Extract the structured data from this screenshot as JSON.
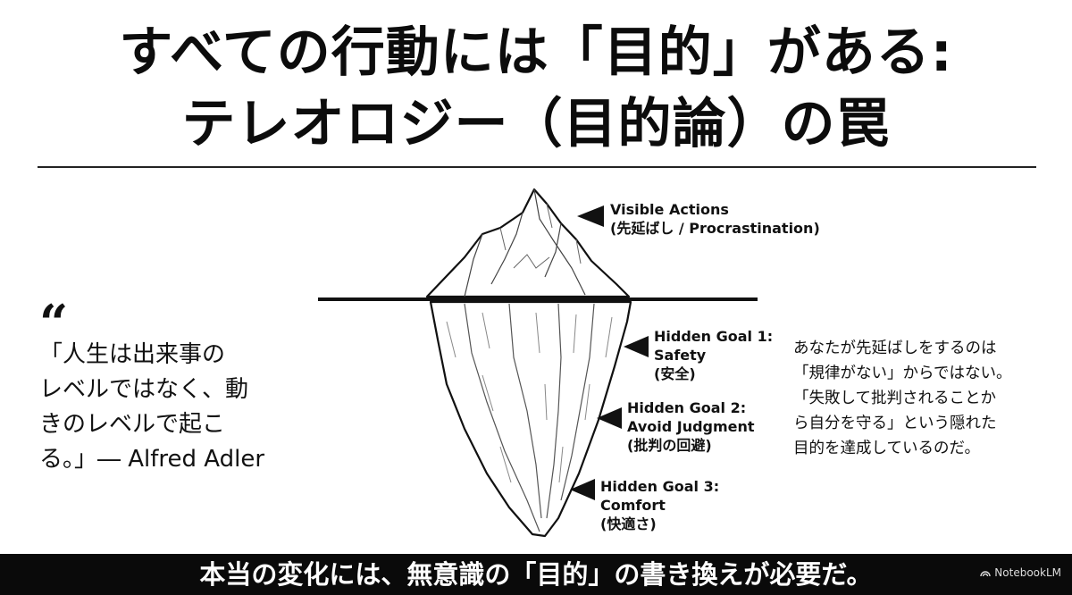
{
  "title": {
    "line1": "すべての行動には「目的」がある:",
    "line2": "テレオロジー（目的論）の罠"
  },
  "quote": {
    "mark": "“",
    "lines": [
      "「人生は出来事の",
      "レベルではなく、動",
      "きのレベルで起こ",
      "る。」― Alfred Adler"
    ]
  },
  "iceberg": {
    "visible": {
      "lines": [
        "Visible Actions",
        "(先延ばし / Procrastination)"
      ]
    },
    "hidden_goals": [
      {
        "lines": [
          "Hidden Goal 1:",
          "Safety",
          "(安全)"
        ]
      },
      {
        "lines": [
          "Hidden Goal 2:",
          "Avoid Judgment",
          "(批判の回避)"
        ]
      },
      {
        "lines": [
          "Hidden Goal 3:",
          "Comfort",
          "(快適さ)"
        ]
      }
    ]
  },
  "explanation": {
    "lines": [
      "あなたが先延ばしをするのは",
      "「規律がない」からではない。",
      "「失敗して批判されることか",
      "ら自分を守る」という隠れた",
      "目的を達成しているのだ。"
    ]
  },
  "footer": {
    "text": "本当の変化には、無意識の「目的」の書き換えが必要だ。",
    "brand": "NotebookLM"
  }
}
